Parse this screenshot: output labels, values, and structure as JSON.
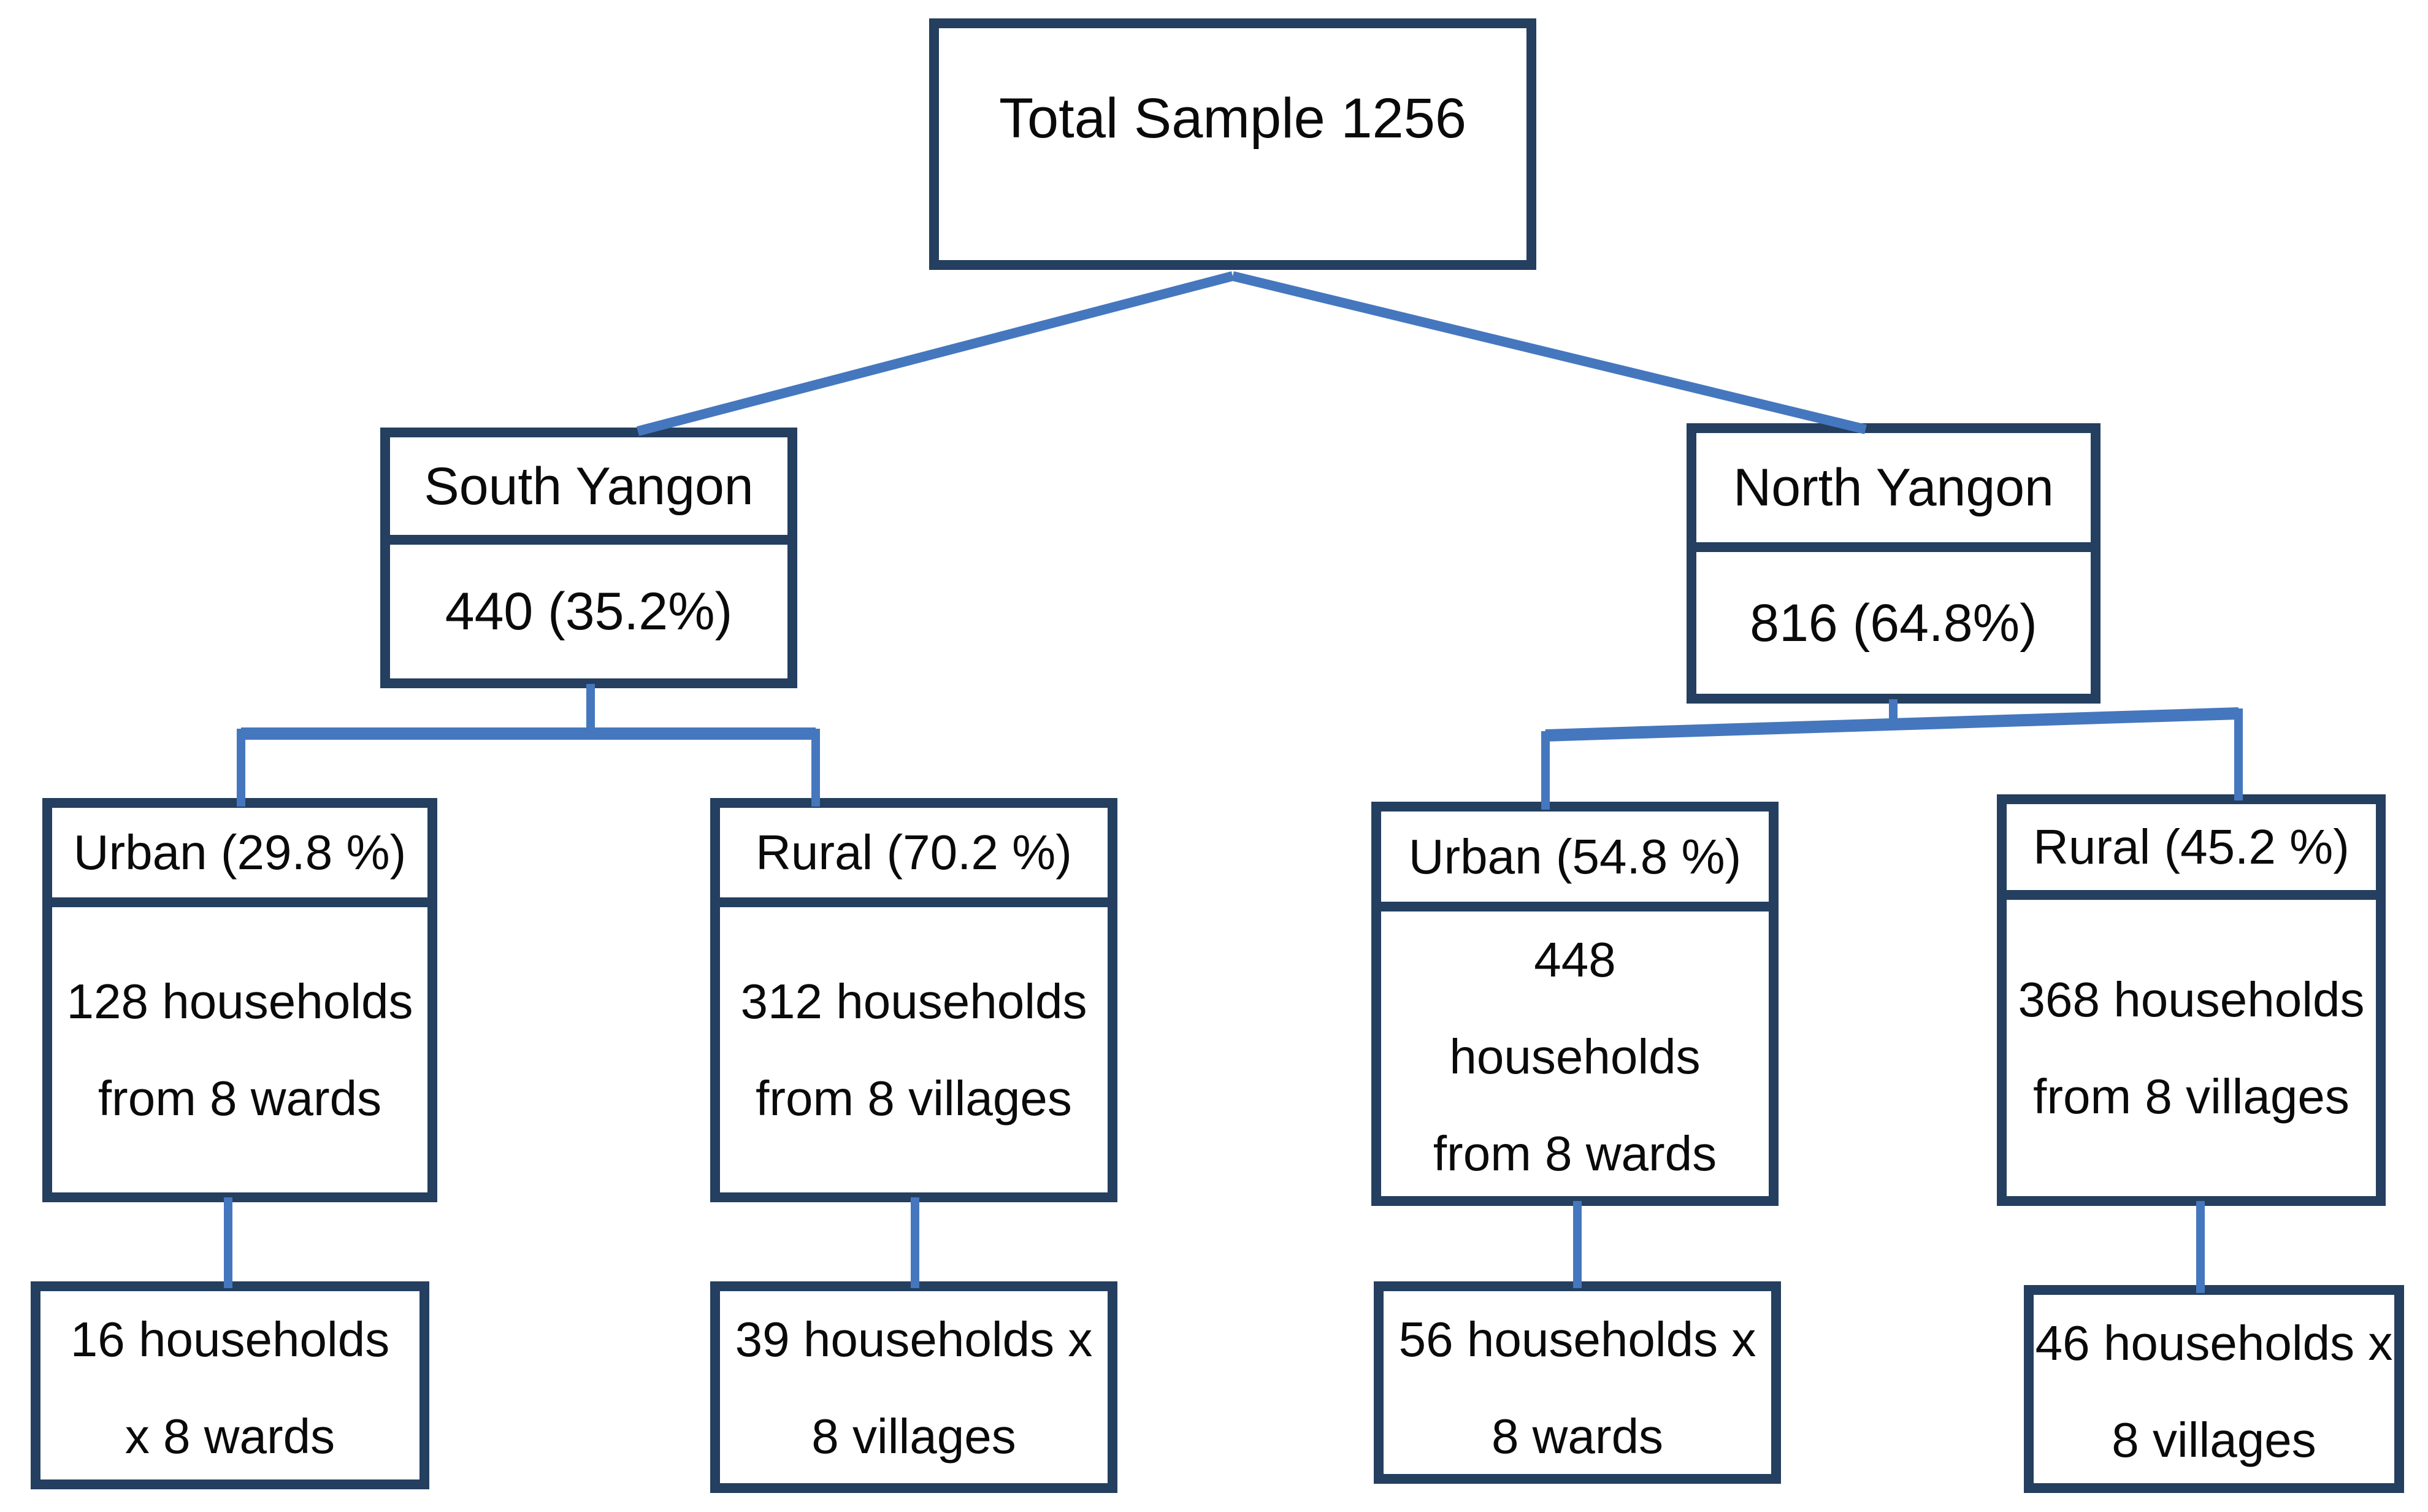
{
  "diagram": {
    "title": "Sampling flowchart",
    "colors": {
      "box_border": "#243f5f",
      "connector": "#4577be",
      "background": "#ffffff",
      "text": "#0a0a0a"
    },
    "root": {
      "label": "Total Sample 1256"
    },
    "level2": [
      {
        "name": "South Yangon",
        "value": "440 (35.2%)"
      },
      {
        "name": "North Yangon",
        "value": "816 (64.8%)"
      }
    ],
    "level3": [
      {
        "header": "Urban (29.8 %)",
        "lines": [
          "128 households",
          "from 8 wards"
        ]
      },
      {
        "header": "Rural (70.2 %)",
        "lines": [
          "312 households",
          "from 8 villages"
        ]
      },
      {
        "header": "Urban (54.8 %)",
        "lines": [
          "448",
          "households",
          "from 8 wards"
        ]
      },
      {
        "header": "Rural (45.2 %)",
        "lines": [
          "368 households",
          "from 8 villages"
        ]
      }
    ],
    "level4": [
      {
        "lines": [
          "16 households",
          "x 8 wards"
        ]
      },
      {
        "lines": [
          "39 households x",
          "8 villages"
        ]
      },
      {
        "lines": [
          "56 households x",
          "8 wards"
        ]
      },
      {
        "lines": [
          "46 households x",
          "8 villages"
        ]
      }
    ]
  }
}
